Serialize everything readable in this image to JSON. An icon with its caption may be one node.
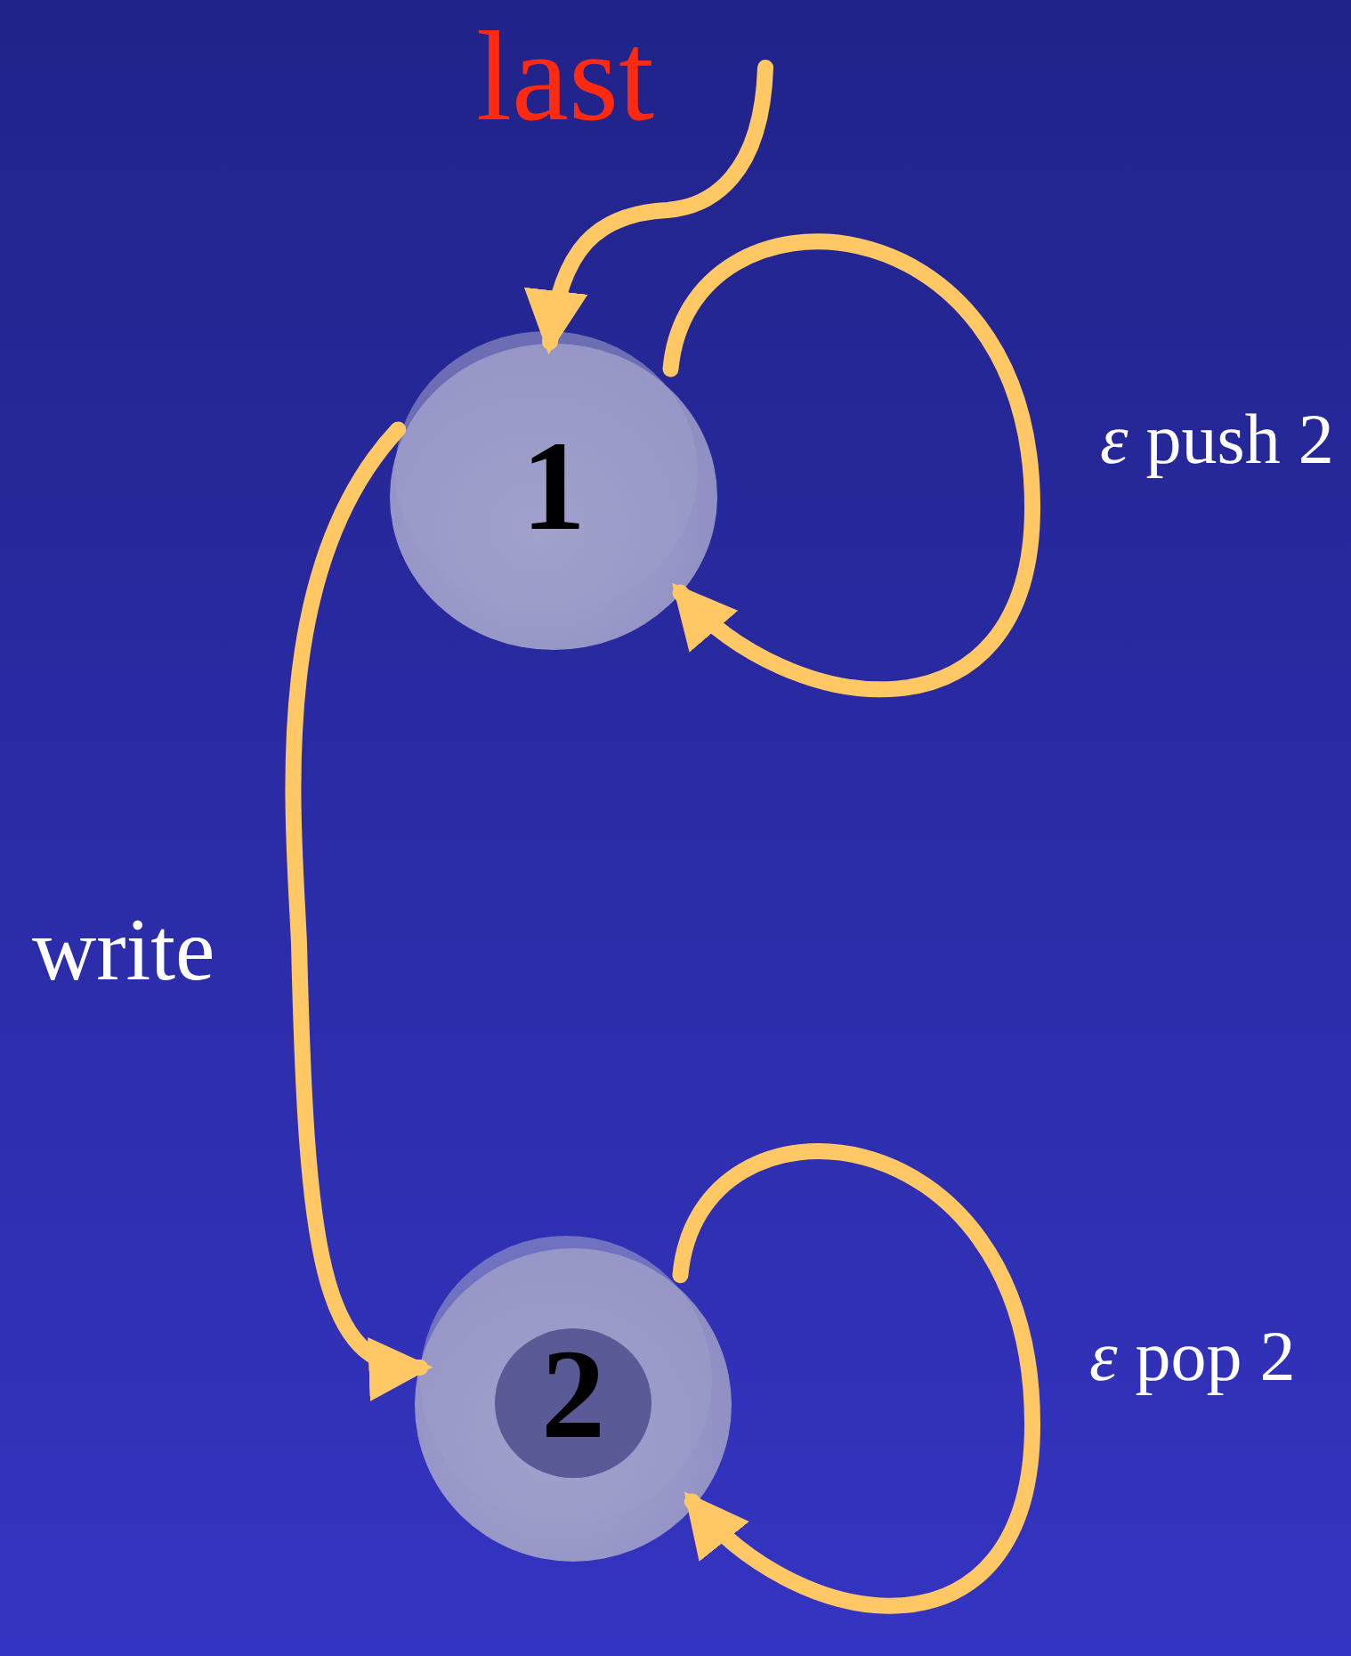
{
  "diagram": {
    "nodes": [
      {
        "text": [
          "last"
        ]
      },
      {
        "text": [
          "1"
        ]
      },
      {
        "text": [
          "2"
        ]
      }
    ],
    "edges": [
      {
        "from": 0,
        "to": 1,
        "arrow": "to"
      },
      {
        "from": 1,
        "to": 1,
        "arrow": "to",
        "label": "*ε* push 2"
      },
      {
        "from": 1,
        "to": 2,
        "arrow": "to",
        "label": "write"
      },
      {
        "from": 2,
        "to": 2,
        "arrow": "to",
        "label": "*ε* pop 2"
      }
    ]
  }
}
